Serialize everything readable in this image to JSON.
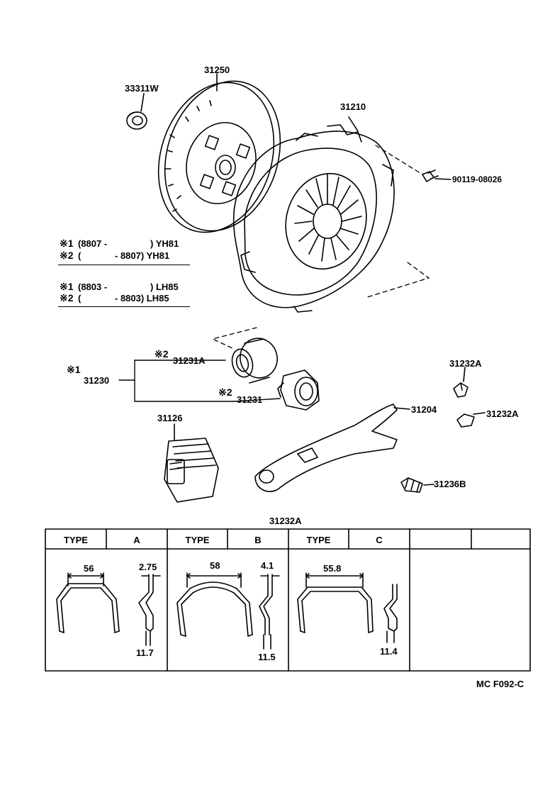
{
  "parts": {
    "p31250": "31250",
    "p33311w": "33311W",
    "p31210": "31210",
    "p90119": "90119-08026",
    "p31231a": "31231A",
    "p31230": "31230",
    "p31231": "31231",
    "p31232a_top": "31232A",
    "p31204": "31204",
    "p31232a_mid": "31232A",
    "p31126": "31126",
    "p31236b": "31236B",
    "p31232a_table": "31232A"
  },
  "markers": {
    "m1_a": "※1",
    "m2_a": "※2",
    "m1_b": "※1",
    "m2_b": "※2",
    "m2_31231a": "※2",
    "m1_31230": "※1",
    "m2_31231": "※2"
  },
  "notes": {
    "n1_open": "(8807 -",
    "n1_close": ") YH81",
    "n2_open": "(",
    "n2_close": "- 8807) YH81",
    "n3_open": "(8803 -",
    "n3_close": ") LH85",
    "n4_open": "(",
    "n4_close": "- 8803) LH85"
  },
  "table": {
    "type_label": "TYPE",
    "types": [
      "A",
      "B",
      "C"
    ],
    "dims": {
      "a_width": "56",
      "a_thick": "2.75",
      "a_height": "11.7",
      "b_width": "58",
      "b_thick": "4.1",
      "b_height": "11.5",
      "c_width": "55.8",
      "c_height": "11.4"
    }
  },
  "footer": {
    "code": "MC F092-C"
  }
}
